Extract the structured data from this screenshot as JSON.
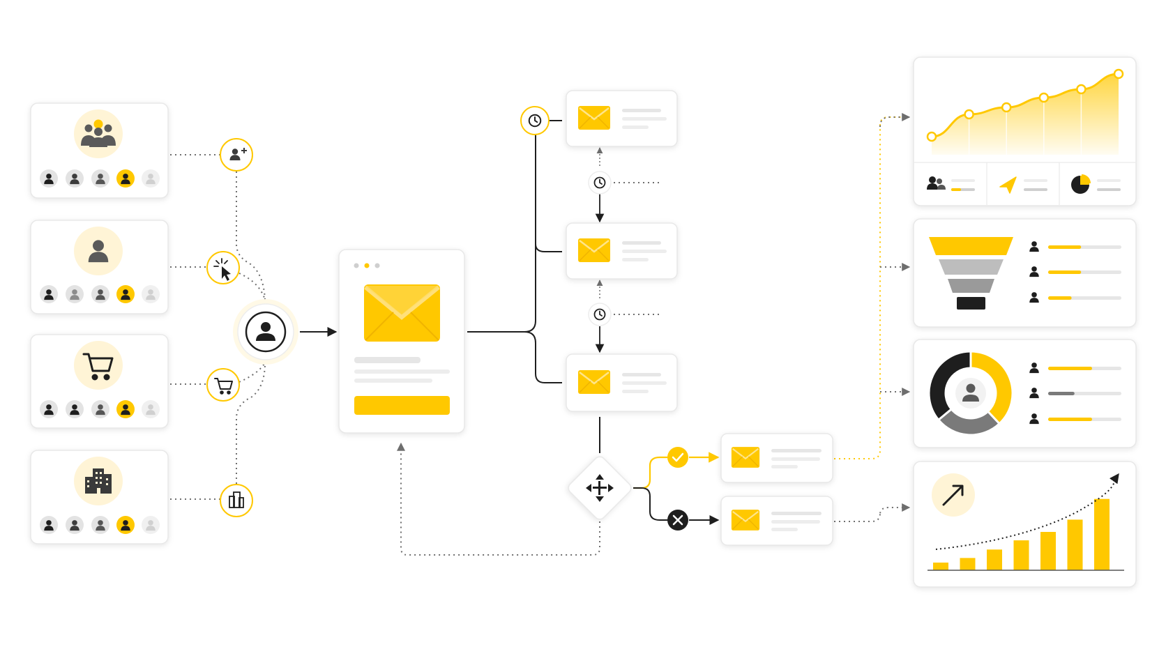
{
  "colors": {
    "accent": "#FFC800",
    "accent_light": "#FFF4D6",
    "dark": "#1E1E1E",
    "mid_gray": "#8C8C8C",
    "light_gray": "#E6E6E6",
    "card_border": "#E8E8E8",
    "connector": "#6E6E6E"
  },
  "segments": [
    {
      "id": "group",
      "icon": "people-group-icon",
      "trigger_icon": "add-user-icon"
    },
    {
      "id": "individual",
      "icon": "person-icon",
      "trigger_icon": "click-cursor-icon"
    },
    {
      "id": "shopper",
      "icon": "shopping-cart-icon",
      "trigger_icon": "shopping-cart-icon"
    },
    {
      "id": "business",
      "icon": "buildings-icon",
      "trigger_icon": "buildings-icon"
    }
  ],
  "hub_icon": "person-circle-icon",
  "template_icon": "envelope-icon",
  "sequence_icons": [
    "clock-icon",
    "envelope-icon"
  ],
  "decision_icon": "four-way-arrows-icon",
  "branch_icons": [
    "check-icon",
    "x-icon"
  ],
  "analytics": {
    "growth_line": [
      0.1,
      0.42,
      0.52,
      0.66,
      0.78,
      1.0
    ],
    "stats_icons": [
      "users-icon",
      "send-icon",
      "pie-chart-icon"
    ],
    "funnel_bars": [
      0.45,
      0.45,
      0.32
    ],
    "donut": {
      "segments": [
        0.38,
        0.26,
        0.36
      ],
      "bars": [
        0.6,
        0.36,
        0.6
      ]
    },
    "bar_growth": [
      0.1,
      0.16,
      0.27,
      0.39,
      0.5,
      0.66,
      0.93
    ],
    "trend_icon": "trend-arrow-icon"
  }
}
